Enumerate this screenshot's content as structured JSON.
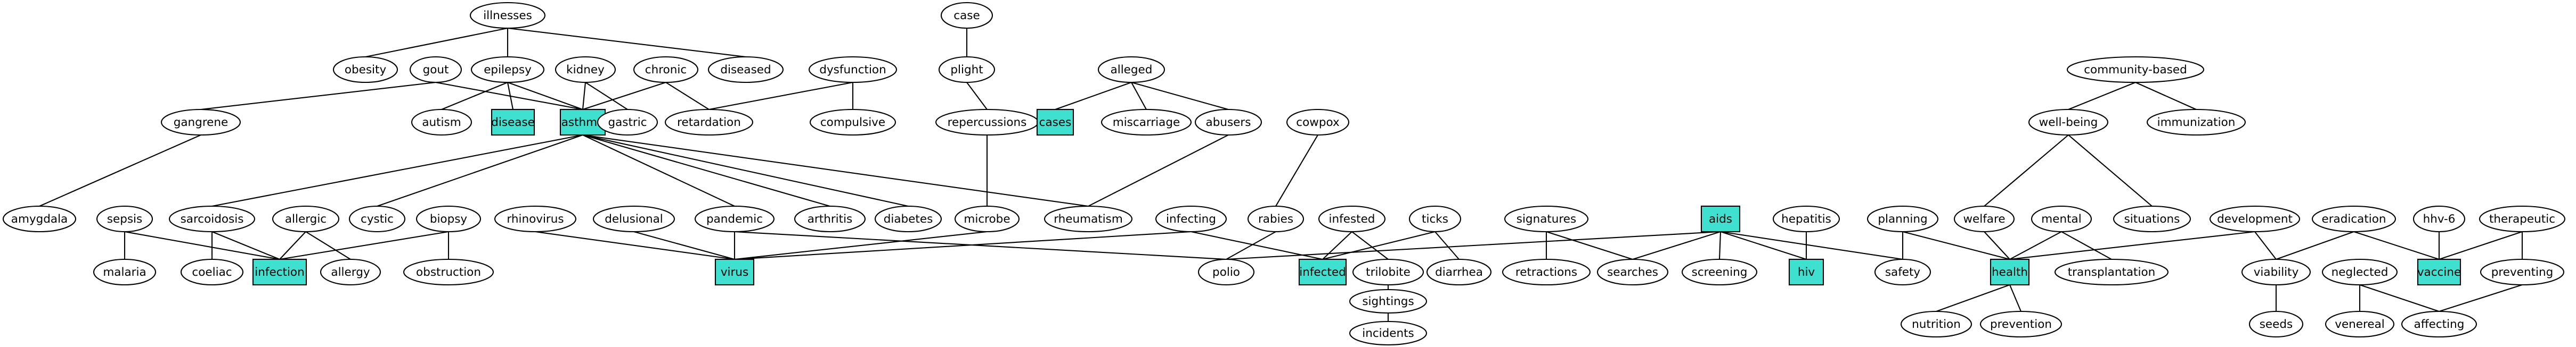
{
  "colors": {
    "background": "#ffffff",
    "line": "#000000",
    "highlight_fill": "#40e0d0"
  },
  "nodes": [
    {
      "id": "illnesses",
      "label": "illnesses",
      "highlight": false
    },
    {
      "id": "obesity",
      "label": "obesity",
      "highlight": false
    },
    {
      "id": "gout",
      "label": "gout",
      "highlight": false
    },
    {
      "id": "epilepsy",
      "label": "epilepsy",
      "highlight": false
    },
    {
      "id": "kidney",
      "label": "kidney",
      "highlight": false
    },
    {
      "id": "chronic",
      "label": "chronic",
      "highlight": false
    },
    {
      "id": "diseased",
      "label": "diseased",
      "highlight": false
    },
    {
      "id": "dysfunction",
      "label": "dysfunction",
      "highlight": false
    },
    {
      "id": "case",
      "label": "case",
      "highlight": false
    },
    {
      "id": "plight",
      "label": "plight",
      "highlight": false
    },
    {
      "id": "alleged",
      "label": "alleged",
      "highlight": false
    },
    {
      "id": "community_based",
      "label": "community-based",
      "highlight": false
    },
    {
      "id": "gangrene",
      "label": "gangrene",
      "highlight": false
    },
    {
      "id": "autism",
      "label": "autism",
      "highlight": false
    },
    {
      "id": "disease",
      "label": "disease",
      "highlight": true
    },
    {
      "id": "asthma",
      "label": "asthma",
      "highlight": true
    },
    {
      "id": "gastric",
      "label": "gastric",
      "highlight": false
    },
    {
      "id": "retardation",
      "label": "retardation",
      "highlight": false
    },
    {
      "id": "compulsive",
      "label": "compulsive",
      "highlight": false
    },
    {
      "id": "repercussions",
      "label": "repercussions",
      "highlight": false
    },
    {
      "id": "cases",
      "label": "cases",
      "highlight": true
    },
    {
      "id": "miscarriage",
      "label": "miscarriage",
      "highlight": false
    },
    {
      "id": "abusers",
      "label": "abusers",
      "highlight": false
    },
    {
      "id": "cowpox",
      "label": "cowpox",
      "highlight": false
    },
    {
      "id": "well_being",
      "label": "well-being",
      "highlight": false
    },
    {
      "id": "immunization",
      "label": "immunization",
      "highlight": false
    },
    {
      "id": "amygdala",
      "label": "amygdala",
      "highlight": false
    },
    {
      "id": "sepsis",
      "label": "sepsis",
      "highlight": false
    },
    {
      "id": "sarcoidosis",
      "label": "sarcoidosis",
      "highlight": false
    },
    {
      "id": "allergic",
      "label": "allergic",
      "highlight": false
    },
    {
      "id": "cystic",
      "label": "cystic",
      "highlight": false
    },
    {
      "id": "biopsy",
      "label": "biopsy",
      "highlight": false
    },
    {
      "id": "rhinovirus",
      "label": "rhinovirus",
      "highlight": false
    },
    {
      "id": "delusional",
      "label": "delusional",
      "highlight": false
    },
    {
      "id": "pandemic",
      "label": "pandemic",
      "highlight": false
    },
    {
      "id": "arthritis",
      "label": "arthritis",
      "highlight": false
    },
    {
      "id": "diabetes",
      "label": "diabetes",
      "highlight": false
    },
    {
      "id": "microbe",
      "label": "microbe",
      "highlight": false
    },
    {
      "id": "rheumatism",
      "label": "rheumatism",
      "highlight": false
    },
    {
      "id": "infecting",
      "label": "infecting",
      "highlight": false
    },
    {
      "id": "rabies",
      "label": "rabies",
      "highlight": false
    },
    {
      "id": "infested",
      "label": "infested",
      "highlight": false
    },
    {
      "id": "ticks",
      "label": "ticks",
      "highlight": false
    },
    {
      "id": "signatures",
      "label": "signatures",
      "highlight": false
    },
    {
      "id": "aids",
      "label": "aids",
      "highlight": true
    },
    {
      "id": "hepatitis",
      "label": "hepatitis",
      "highlight": false
    },
    {
      "id": "planning",
      "label": "planning",
      "highlight": false
    },
    {
      "id": "welfare",
      "label": "welfare",
      "highlight": false
    },
    {
      "id": "mental",
      "label": "mental",
      "highlight": false
    },
    {
      "id": "situations",
      "label": "situations",
      "highlight": false
    },
    {
      "id": "development",
      "label": "development",
      "highlight": false
    },
    {
      "id": "eradication",
      "label": "eradication",
      "highlight": false
    },
    {
      "id": "hhv6",
      "label": "hhv-6",
      "highlight": false
    },
    {
      "id": "therapeutic",
      "label": "therapeutic",
      "highlight": false
    },
    {
      "id": "malaria",
      "label": "malaria",
      "highlight": false
    },
    {
      "id": "coeliac",
      "label": "coeliac",
      "highlight": false
    },
    {
      "id": "infection",
      "label": "infection",
      "highlight": true
    },
    {
      "id": "allergy",
      "label": "allergy",
      "highlight": false
    },
    {
      "id": "obstruction",
      "label": "obstruction",
      "highlight": false
    },
    {
      "id": "virus",
      "label": "virus",
      "highlight": true
    },
    {
      "id": "polio",
      "label": "polio",
      "highlight": false
    },
    {
      "id": "infected",
      "label": "infected",
      "highlight": true
    },
    {
      "id": "trilobite",
      "label": "trilobite",
      "highlight": false
    },
    {
      "id": "diarrhea",
      "label": "diarrhea",
      "highlight": false
    },
    {
      "id": "retractions",
      "label": "retractions",
      "highlight": false
    },
    {
      "id": "searches",
      "label": "searches",
      "highlight": false
    },
    {
      "id": "screening",
      "label": "screening",
      "highlight": false
    },
    {
      "id": "hiv",
      "label": "hiv",
      "highlight": true
    },
    {
      "id": "safety",
      "label": "safety",
      "highlight": false
    },
    {
      "id": "health",
      "label": "health",
      "highlight": true
    },
    {
      "id": "transplantation",
      "label": "transplantation",
      "highlight": false
    },
    {
      "id": "viability",
      "label": "viability",
      "highlight": false
    },
    {
      "id": "neglected",
      "label": "neglected",
      "highlight": false
    },
    {
      "id": "vaccine",
      "label": "vaccine",
      "highlight": true
    },
    {
      "id": "preventing",
      "label": "preventing",
      "highlight": false
    },
    {
      "id": "sightings",
      "label": "sightings",
      "highlight": false
    },
    {
      "id": "nutrition",
      "label": "nutrition",
      "highlight": false
    },
    {
      "id": "prevention",
      "label": "prevention",
      "highlight": false
    },
    {
      "id": "seeds",
      "label": "seeds",
      "highlight": false
    },
    {
      "id": "venereal",
      "label": "venereal",
      "highlight": false
    },
    {
      "id": "affecting",
      "label": "affecting",
      "highlight": false
    },
    {
      "id": "incidents",
      "label": "incidents",
      "highlight": false
    }
  ],
  "edges": [
    [
      "illnesses",
      "obesity"
    ],
    [
      "illnesses",
      "epilepsy"
    ],
    [
      "illnesses",
      "diseased"
    ],
    [
      "gout",
      "gangrene"
    ],
    [
      "gout",
      "asthma"
    ],
    [
      "epilepsy",
      "autism"
    ],
    [
      "epilepsy",
      "disease"
    ],
    [
      "epilepsy",
      "asthma"
    ],
    [
      "kidney",
      "asthma"
    ],
    [
      "kidney",
      "gastric"
    ],
    [
      "chronic",
      "asthma"
    ],
    [
      "chronic",
      "retardation"
    ],
    [
      "dysfunction",
      "retardation"
    ],
    [
      "dysfunction",
      "compulsive"
    ],
    [
      "case",
      "plight"
    ],
    [
      "plight",
      "repercussions"
    ],
    [
      "repercussions",
      "microbe"
    ],
    [
      "alleged",
      "cases"
    ],
    [
      "alleged",
      "miscarriage"
    ],
    [
      "alleged",
      "abusers"
    ],
    [
      "abusers",
      "rheumatism"
    ],
    [
      "community_based",
      "well_being"
    ],
    [
      "community_based",
      "immunization"
    ],
    [
      "well_being",
      "welfare"
    ],
    [
      "well_being",
      "situations"
    ],
    [
      "gangrene",
      "amygdala"
    ],
    [
      "asthma",
      "sarcoidosis"
    ],
    [
      "asthma",
      "cystic"
    ],
    [
      "asthma",
      "pandemic"
    ],
    [
      "asthma",
      "arthritis"
    ],
    [
      "asthma",
      "diabetes"
    ],
    [
      "asthma",
      "rheumatism"
    ],
    [
      "cowpox",
      "rabies"
    ],
    [
      "rabies",
      "polio"
    ],
    [
      "sepsis",
      "malaria"
    ],
    [
      "sepsis",
      "infection"
    ],
    [
      "sarcoidosis",
      "coeliac"
    ],
    [
      "sarcoidosis",
      "infection"
    ],
    [
      "allergic",
      "infection"
    ],
    [
      "allergic",
      "allergy"
    ],
    [
      "biopsy",
      "infection"
    ],
    [
      "biopsy",
      "obstruction"
    ],
    [
      "rhinovirus",
      "virus"
    ],
    [
      "delusional",
      "virus"
    ],
    [
      "pandemic",
      "virus"
    ],
    [
      "pandemic",
      "polio"
    ],
    [
      "microbe",
      "virus"
    ],
    [
      "infecting",
      "virus"
    ],
    [
      "infecting",
      "infected"
    ],
    [
      "infested",
      "infected"
    ],
    [
      "infested",
      "trilobite"
    ],
    [
      "ticks",
      "infected"
    ],
    [
      "ticks",
      "diarrhea"
    ],
    [
      "signatures",
      "retractions"
    ],
    [
      "signatures",
      "searches"
    ],
    [
      "aids",
      "polio"
    ],
    [
      "aids",
      "searches"
    ],
    [
      "aids",
      "screening"
    ],
    [
      "aids",
      "hiv"
    ],
    [
      "aids",
      "safety"
    ],
    [
      "hepatitis",
      "hiv"
    ],
    [
      "planning",
      "safety"
    ],
    [
      "planning",
      "health"
    ],
    [
      "welfare",
      "health"
    ],
    [
      "mental",
      "health"
    ],
    [
      "mental",
      "transplantation"
    ],
    [
      "development",
      "health"
    ],
    [
      "development",
      "viability"
    ],
    [
      "eradication",
      "viability"
    ],
    [
      "eradication",
      "vaccine"
    ],
    [
      "hhv6",
      "vaccine"
    ],
    [
      "therapeutic",
      "vaccine"
    ],
    [
      "therapeutic",
      "preventing"
    ],
    [
      "trilobite",
      "sightings"
    ],
    [
      "sightings",
      "incidents"
    ],
    [
      "health",
      "nutrition"
    ],
    [
      "health",
      "prevention"
    ],
    [
      "viability",
      "seeds"
    ],
    [
      "neglected",
      "venereal"
    ],
    [
      "neglected",
      "affecting"
    ],
    [
      "preventing",
      "affecting"
    ]
  ]
}
